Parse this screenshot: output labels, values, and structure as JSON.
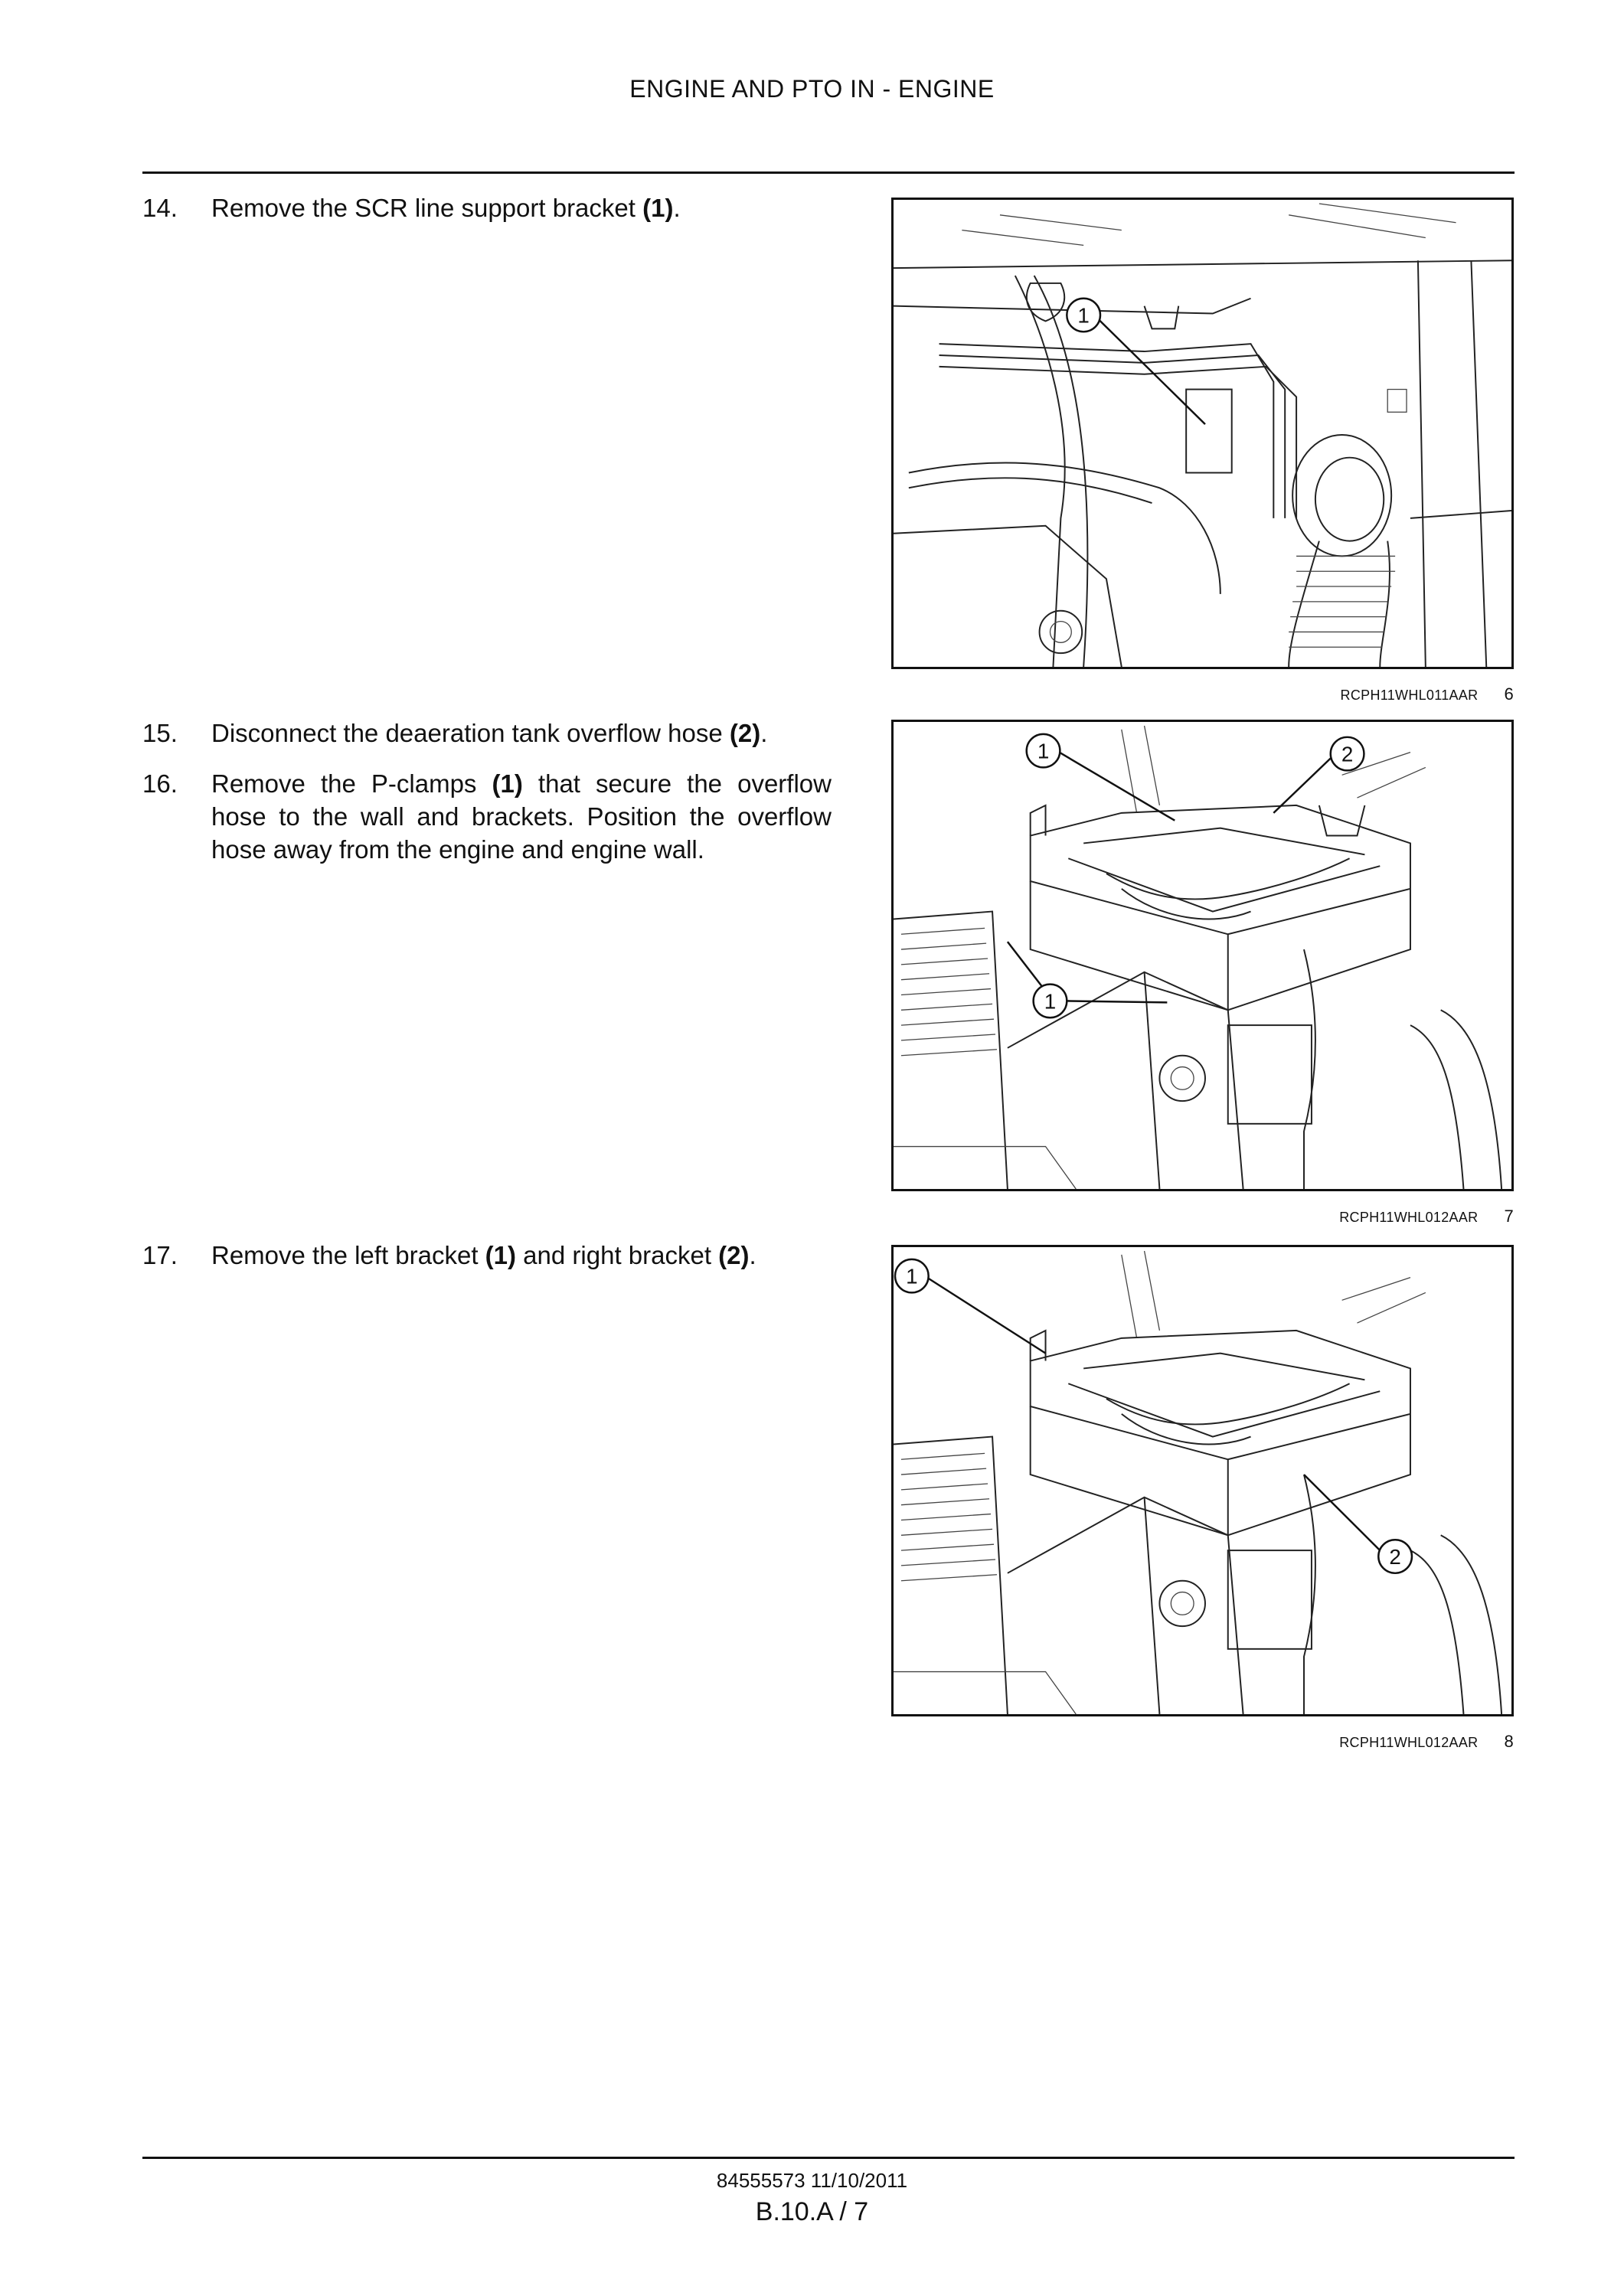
{
  "header": {
    "title": "ENGINE AND PTO IN - ENGINE"
  },
  "steps": [
    {
      "num": "14.",
      "parts": [
        {
          "t": "Remove the SCR line support bracket "
        },
        {
          "b": "(1)"
        },
        {
          "t": "."
        }
      ]
    },
    {
      "num": "15.",
      "parts": [
        {
          "t": "Disconnect the deaeration tank overflow hose "
        },
        {
          "b": "(2)"
        },
        {
          "t": "."
        }
      ]
    },
    {
      "num": "16.",
      "parts": [
        {
          "t": "Remove the P-clamps "
        },
        {
          "b": "(1)"
        },
        {
          "t": " that secure the overflow hose to the wall and brackets. Position the overflow hose away from the engine and engine wall."
        }
      ]
    },
    {
      "num": "17.",
      "parts": [
        {
          "t": "Remove the left bracket "
        },
        {
          "b": "(1)"
        },
        {
          "t": " and right bracket "
        },
        {
          "b": "(2)"
        },
        {
          "t": "."
        }
      ]
    }
  ],
  "figures": [
    {
      "code": "RCPH11WHL011AAR",
      "number": "6",
      "callouts": [
        "1"
      ]
    },
    {
      "code": "RCPH11WHL012AAR",
      "number": "7",
      "callouts": [
        "1",
        "2",
        "1"
      ]
    },
    {
      "code": "RCPH11WHL012AAR",
      "number": "8",
      "callouts": [
        "1",
        "2"
      ]
    }
  ],
  "footer": {
    "doc": "84555573 11/10/2011",
    "page": "B.10.A / 7"
  }
}
